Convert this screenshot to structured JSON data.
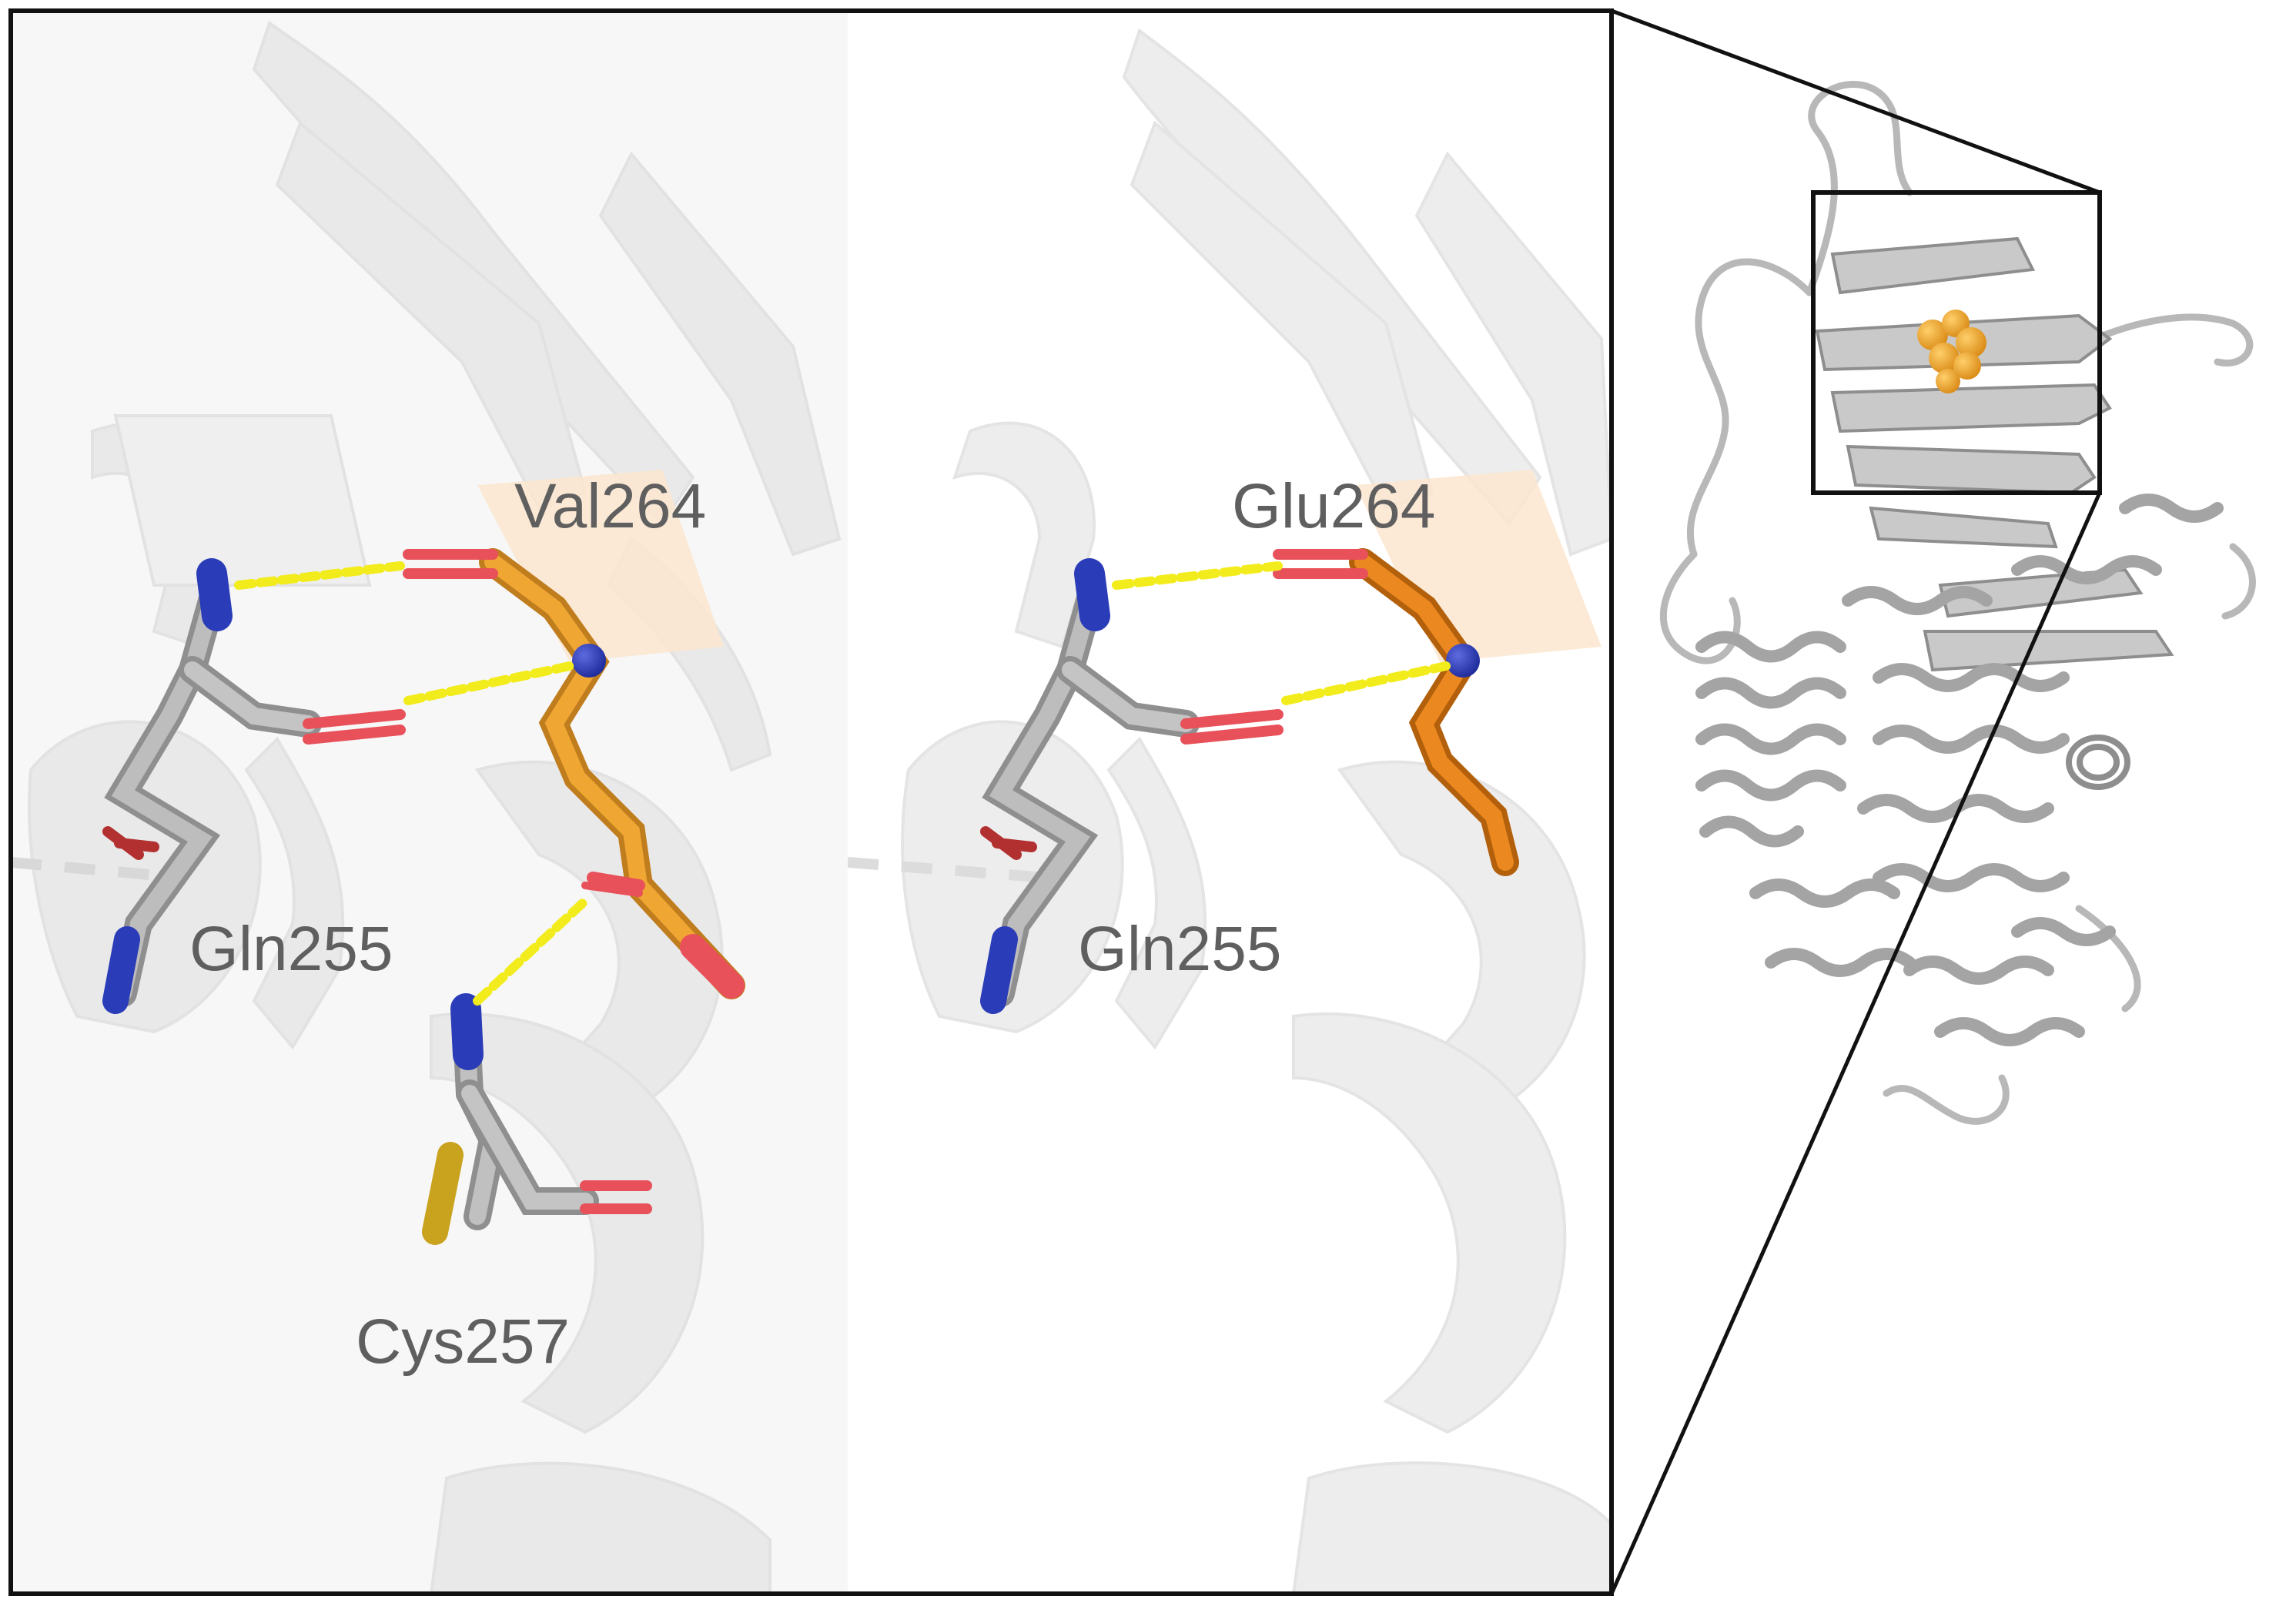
{
  "figure": {
    "zoom_panels": [
      {
        "id": "wild-type",
        "mutated_residue": {
          "label": "Val264",
          "color": "#e8a33a"
        },
        "labels": [
          "Gln255",
          "Cys257"
        ]
      },
      {
        "id": "mutant",
        "mutated_residue": {
          "label": "Glu264",
          "color": "#e07d12"
        },
        "labels": [
          "Gln255"
        ]
      }
    ],
    "overview": {
      "description_icon": "protein-ribbon-overview",
      "highlight_color": "#f0a030"
    },
    "colors": {
      "carbon": "#9c9c9c",
      "nitrogen": "#2435b0",
      "oxygen": "#e8505a",
      "sulfur": "#c9a21e",
      "hbond": "#f2ec1c",
      "background_cartoon": "#ebebeb"
    }
  }
}
